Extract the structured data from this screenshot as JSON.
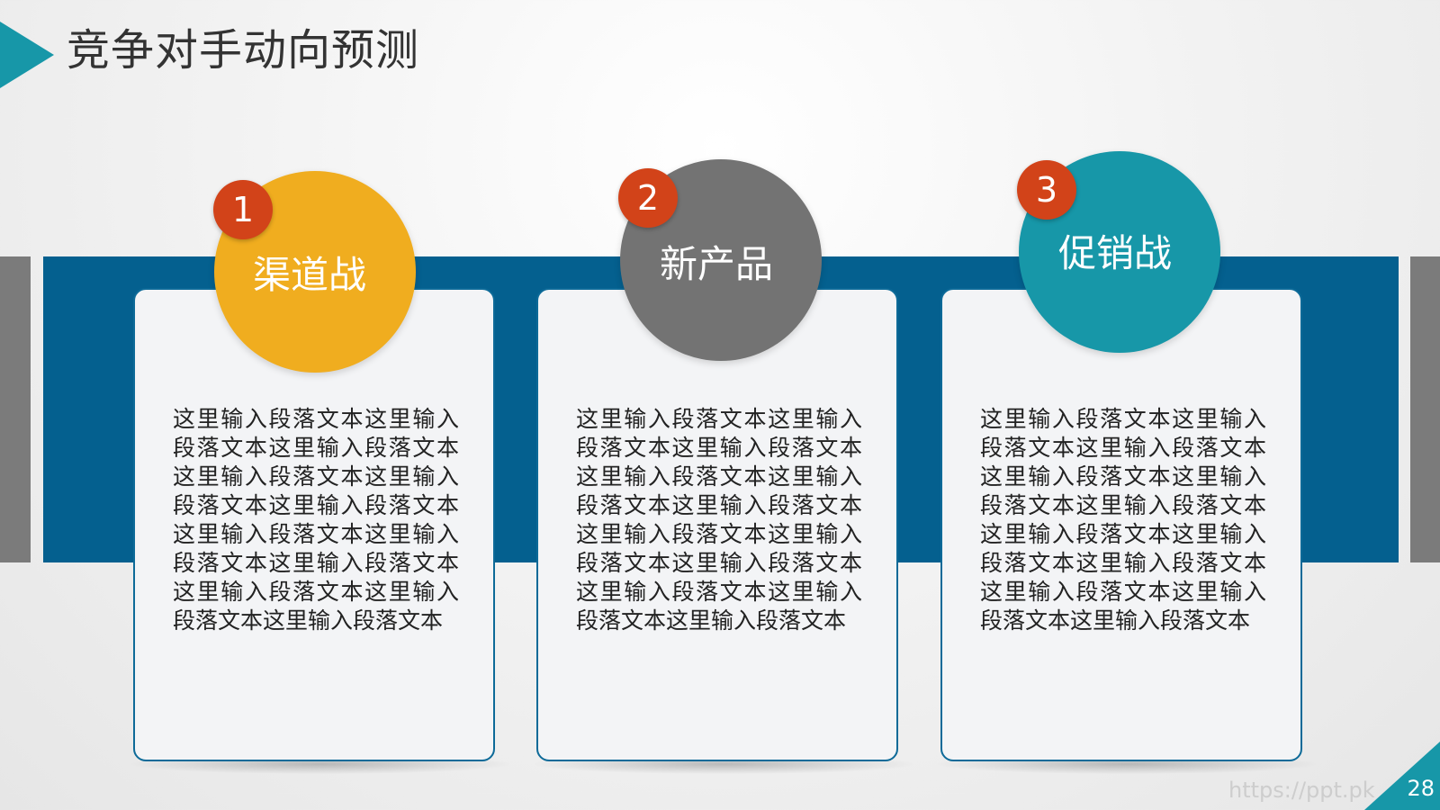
{
  "title": "竞争对手动向预测",
  "colors": {
    "accent_teal": "#1797a8",
    "band_blue": "#04608f",
    "side_gray": "#7b7b7b",
    "badge_red": "#d24319",
    "card_fill": "#f3f4f6",
    "card_border": "#0d6a98"
  },
  "cards": [
    {
      "number": "1",
      "label": "渠道战",
      "circle_color": "#f0ad1f",
      "text": "这里输入段落文本这里输入段落文本这里输入段落文本这里输入段落文本这里输入段落文本这里输入段落文本这里输入段落文本这里输入段落文本这里输入段落文本这里输入段落文本这里输入段落文本这里输入段落文本"
    },
    {
      "number": "2",
      "label": "新产品",
      "circle_color": "#737373",
      "text": "这里输入段落文本这里输入段落文本这里输入段落文本这里输入段落文本这里输入段落文本这里输入段落文本这里输入段落文本这里输入段落文本这里输入段落文本这里输入段落文本这里输入段落文本这里输入段落文本"
    },
    {
      "number": "3",
      "label": "促销战",
      "circle_color": "#1797a8",
      "text": "这里输入段落文本这里输入段落文本这里输入段落文本这里输入段落文本这里输入段落文本这里输入段落文本这里输入段落文本这里输入段落文本这里输入段落文本这里输入段落文本这里输入段落文本这里输入段落文本"
    }
  ],
  "footer": {
    "page_number": "28",
    "watermark": "https://ppt.pk"
  }
}
